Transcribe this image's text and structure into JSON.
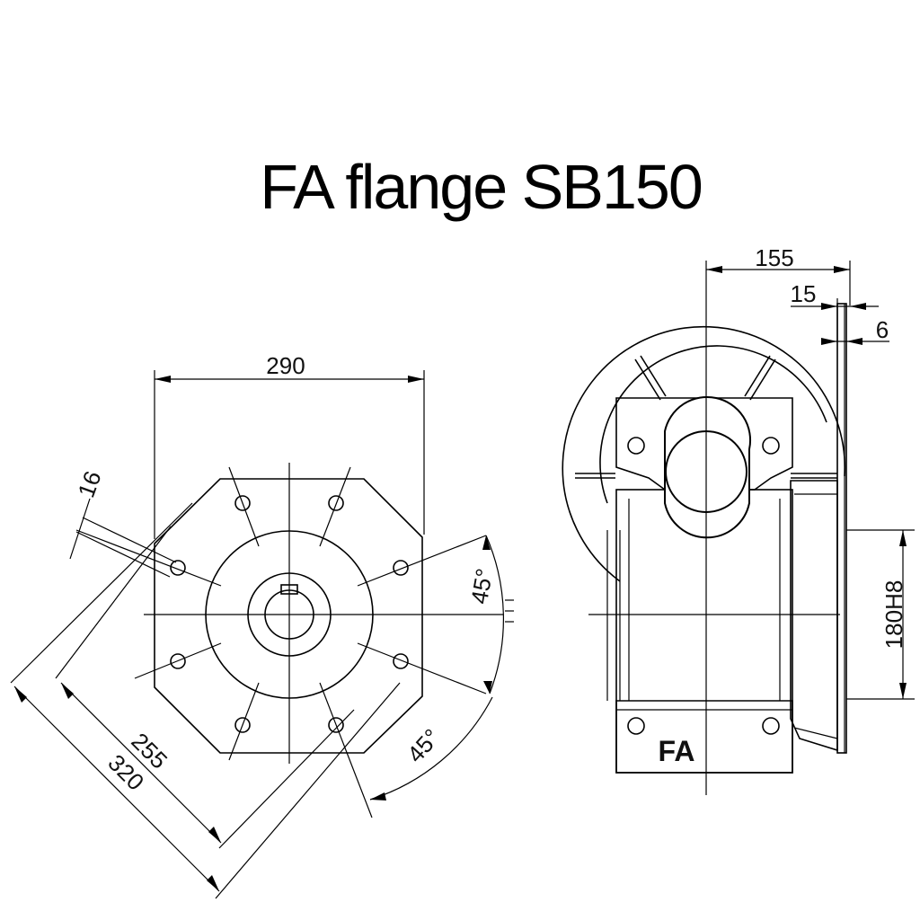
{
  "title": "FA flange SB150",
  "label": "FA",
  "dimensions": {
    "width_290": "290",
    "bolt_16": "16",
    "diag_255": "255",
    "diag_320": "320",
    "angle_top": "45°",
    "angle_bottom": "45°",
    "side_155": "155",
    "side_15": "15",
    "side_6": "6",
    "pilot_180": "180H8"
  }
}
